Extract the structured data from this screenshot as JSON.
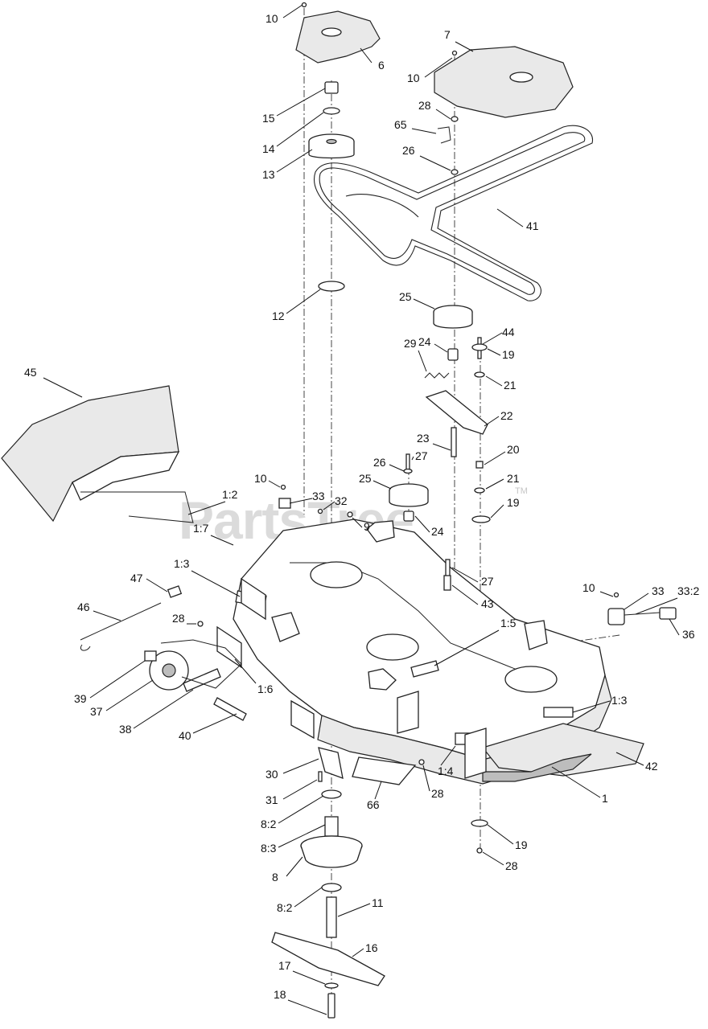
{
  "watermark": {
    "text": "PartsTree",
    "trademark": "TM"
  },
  "callouts": [
    {
      "id": "c-10a",
      "label": "10"
    },
    {
      "id": "c-6",
      "label": "6"
    },
    {
      "id": "c-7",
      "label": "7"
    },
    {
      "id": "c-10b",
      "label": "10"
    },
    {
      "id": "c-15",
      "label": "15"
    },
    {
      "id": "c-28a",
      "label": "28"
    },
    {
      "id": "c-65",
      "label": "65"
    },
    {
      "id": "c-14",
      "label": "14"
    },
    {
      "id": "c-26a",
      "label": "26"
    },
    {
      "id": "c-13",
      "label": "13"
    },
    {
      "id": "c-41",
      "label": "41"
    },
    {
      "id": "c-12",
      "label": "12"
    },
    {
      "id": "c-25a",
      "label": "25"
    },
    {
      "id": "c-44",
      "label": "44"
    },
    {
      "id": "c-24a",
      "label": "24"
    },
    {
      "id": "c-19a",
      "label": "19"
    },
    {
      "id": "c-29",
      "label": "29"
    },
    {
      "id": "c-21a",
      "label": "21"
    },
    {
      "id": "c-45",
      "label": "45"
    },
    {
      "id": "c-22",
      "label": "22"
    },
    {
      "id": "c-23",
      "label": "23"
    },
    {
      "id": "c-20",
      "label": "20"
    },
    {
      "id": "c-26b",
      "label": "26"
    },
    {
      "id": "c-27a",
      "label": "27"
    },
    {
      "id": "c-10c",
      "label": "10"
    },
    {
      "id": "c-25b",
      "label": "25"
    },
    {
      "id": "c-21b",
      "label": "21"
    },
    {
      "id": "c-1-2",
      "label": "1:2"
    },
    {
      "id": "c-33a",
      "label": "33"
    },
    {
      "id": "c-32",
      "label": "32"
    },
    {
      "id": "c-19b",
      "label": "19"
    },
    {
      "id": "c-9",
      "label": "9"
    },
    {
      "id": "c-24b",
      "label": "24"
    },
    {
      "id": "c-1-7",
      "label": "1:7"
    },
    {
      "id": "c-1-3a",
      "label": "1:3"
    },
    {
      "id": "c-27b",
      "label": "27"
    },
    {
      "id": "c-47",
      "label": "47"
    },
    {
      "id": "c-43",
      "label": "43"
    },
    {
      "id": "c-10d",
      "label": "10"
    },
    {
      "id": "c-33b",
      "label": "33"
    },
    {
      "id": "c-33-2",
      "label": "33:2"
    },
    {
      "id": "c-46",
      "label": "46"
    },
    {
      "id": "c-28b",
      "label": "28"
    },
    {
      "id": "c-36",
      "label": "36"
    },
    {
      "id": "c-1-5",
      "label": "1:5"
    },
    {
      "id": "c-39",
      "label": "39"
    },
    {
      "id": "c-1-6",
      "label": "1:6"
    },
    {
      "id": "c-37",
      "label": "37"
    },
    {
      "id": "c-1-3b",
      "label": "1:3"
    },
    {
      "id": "c-38",
      "label": "38"
    },
    {
      "id": "c-40",
      "label": "40"
    },
    {
      "id": "c-42",
      "label": "42"
    },
    {
      "id": "c-30",
      "label": "30"
    },
    {
      "id": "c-1-4",
      "label": "1:4"
    },
    {
      "id": "c-28c",
      "label": "28"
    },
    {
      "id": "c-1",
      "label": "1"
    },
    {
      "id": "c-31",
      "label": "31"
    },
    {
      "id": "c-66",
      "label": "66"
    },
    {
      "id": "c-8-2a",
      "label": "8:2"
    },
    {
      "id": "c-8-3",
      "label": "8:3"
    },
    {
      "id": "c-19c",
      "label": "19"
    },
    {
      "id": "c-28d",
      "label": "28"
    },
    {
      "id": "c-8",
      "label": "8"
    },
    {
      "id": "c-8-2b",
      "label": "8:2"
    },
    {
      "id": "c-11",
      "label": "11"
    },
    {
      "id": "c-16",
      "label": "16"
    },
    {
      "id": "c-17",
      "label": "17"
    },
    {
      "id": "c-18",
      "label": "18"
    }
  ]
}
